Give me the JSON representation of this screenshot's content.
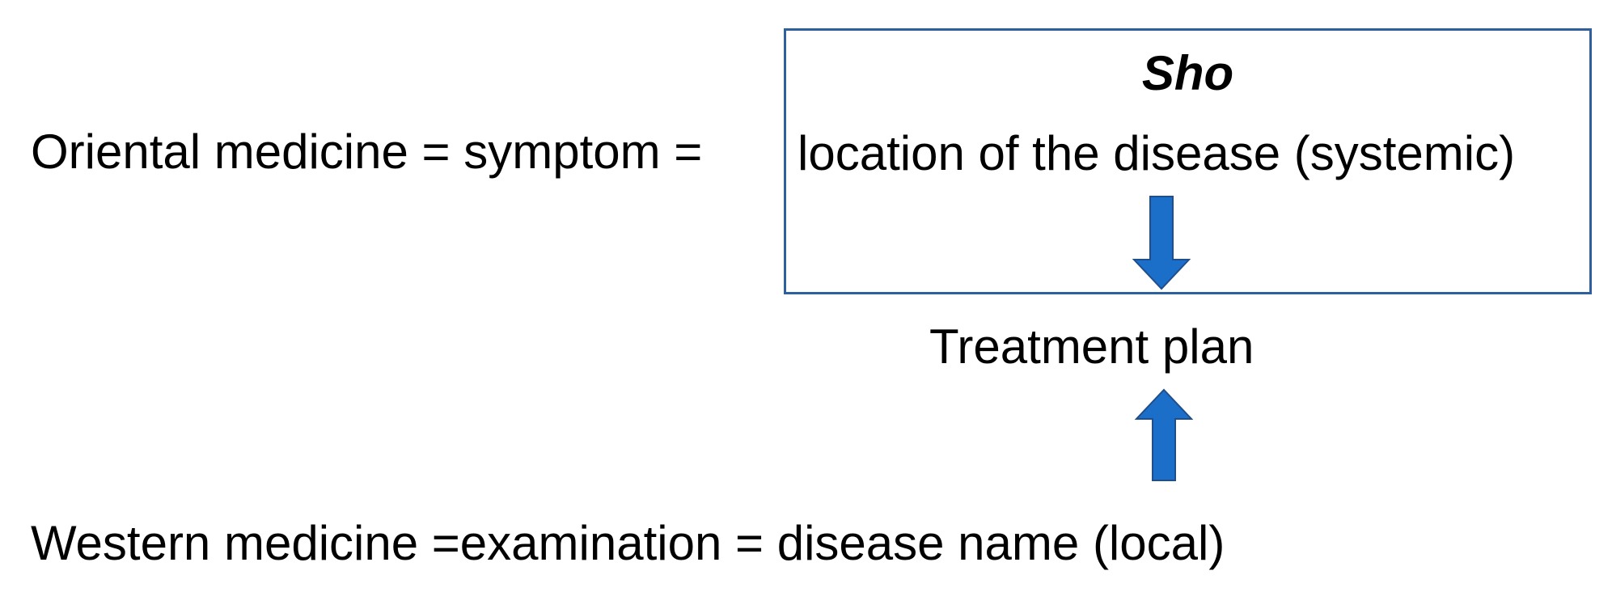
{
  "oriental": {
    "text": "Oriental medicine = symptom ="
  },
  "sho_box": {
    "title": "Sho",
    "location": "location of the disease (systemic)",
    "border_color": "#2E5F9E"
  },
  "treatment": {
    "text": "Treatment plan"
  },
  "western": {
    "text": "Western medicine =examination = disease name (local)"
  },
  "arrows": {
    "fill_color": "#1C6FC9",
    "stroke_color": "#1F4E8C",
    "down": "arrow-down-icon",
    "up": "arrow-up-icon"
  }
}
